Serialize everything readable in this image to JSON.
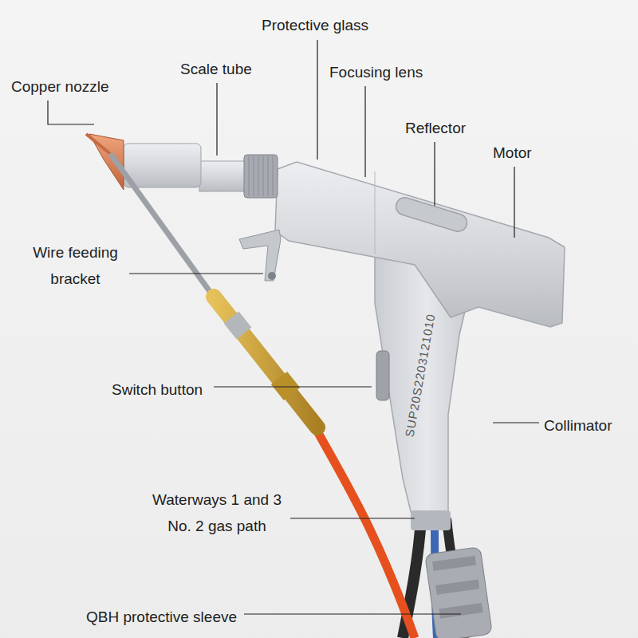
{
  "diagram": {
    "labels": [
      "Protective glass",
      "Scale tube",
      "Focusing lens",
      "Copper nozzle",
      "Reflector",
      "Motor",
      "Wire feeding bracket",
      "SUP20S2203121010",
      "Switch button",
      "Collimator",
      "Waterways 1 and 3 No. 2 gas path",
      "QBH protective sleeve"
    ]
  }
}
